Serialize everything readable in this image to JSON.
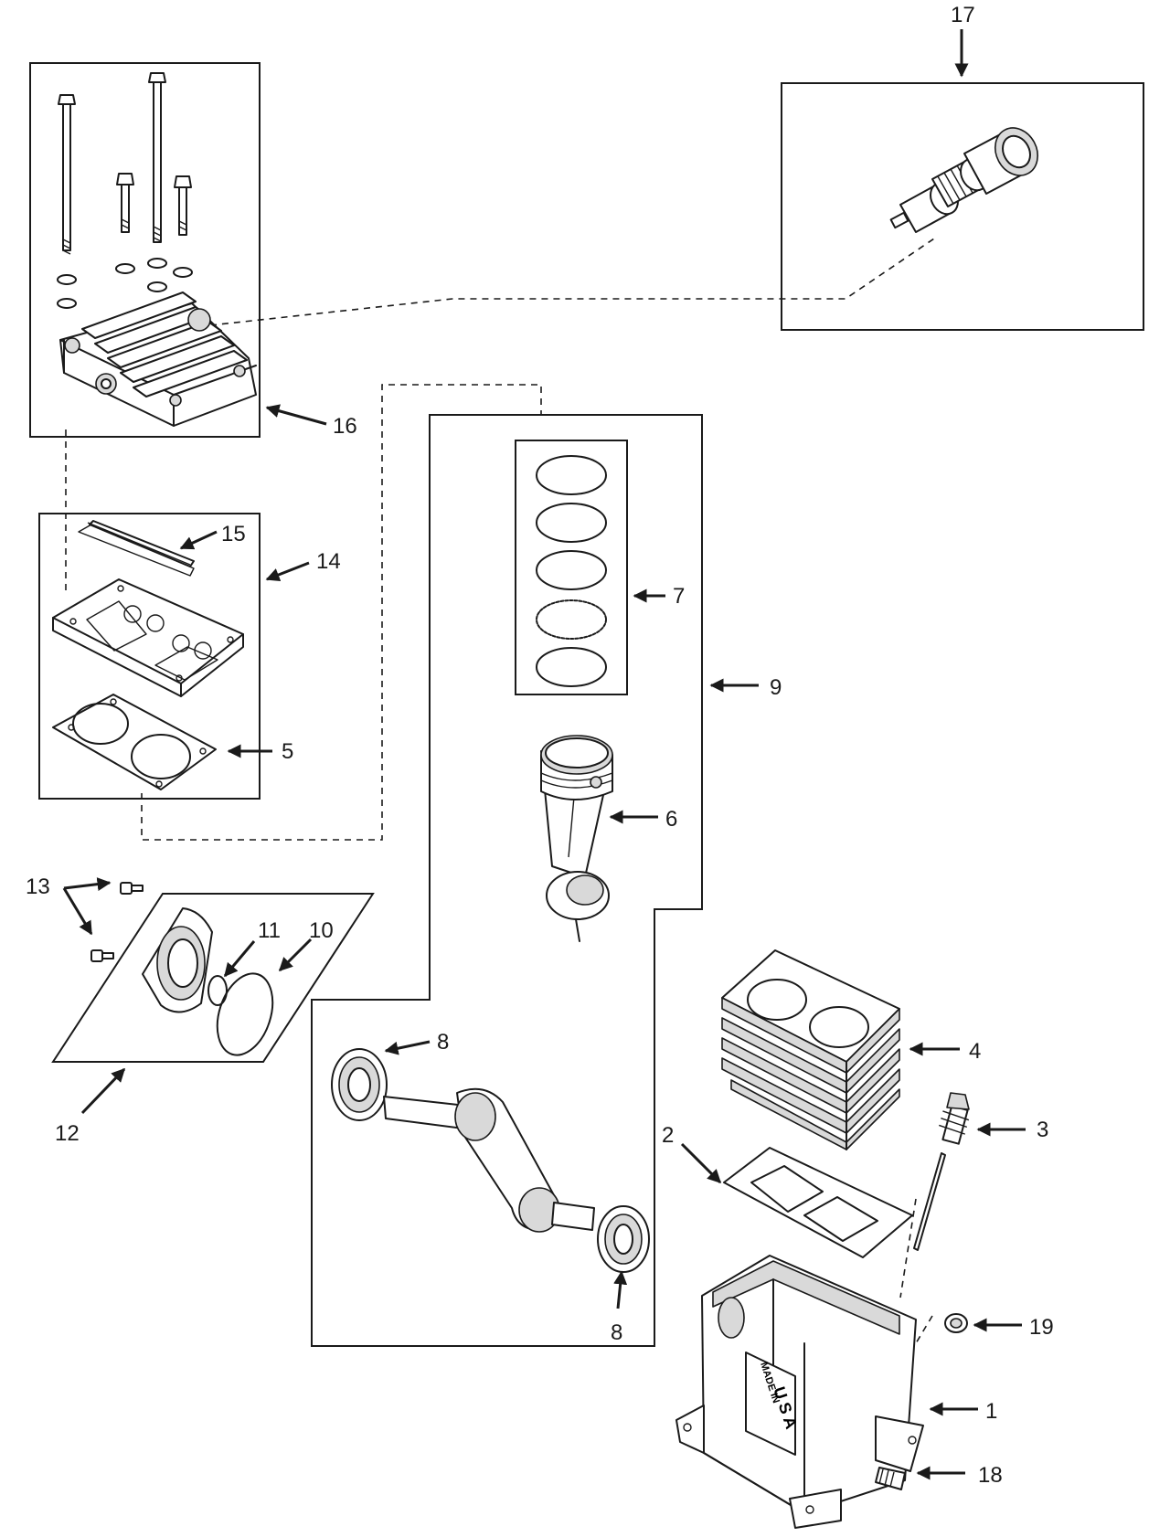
{
  "callouts": {
    "c1": "1",
    "c2": "2",
    "c3": "3",
    "c4": "4",
    "c5": "5",
    "c6": "6",
    "c7": "7",
    "c8a": "8",
    "c8b": "8",
    "c9": "9",
    "c10": "10",
    "c11": "11",
    "c12": "12",
    "c13": "13",
    "c14": "14",
    "c15": "15",
    "c16": "16",
    "c17": "17",
    "c18": "18",
    "c19": "19"
  },
  "crankcase_stamp": {
    "line1": "MADE IN",
    "line2": "U S A"
  }
}
